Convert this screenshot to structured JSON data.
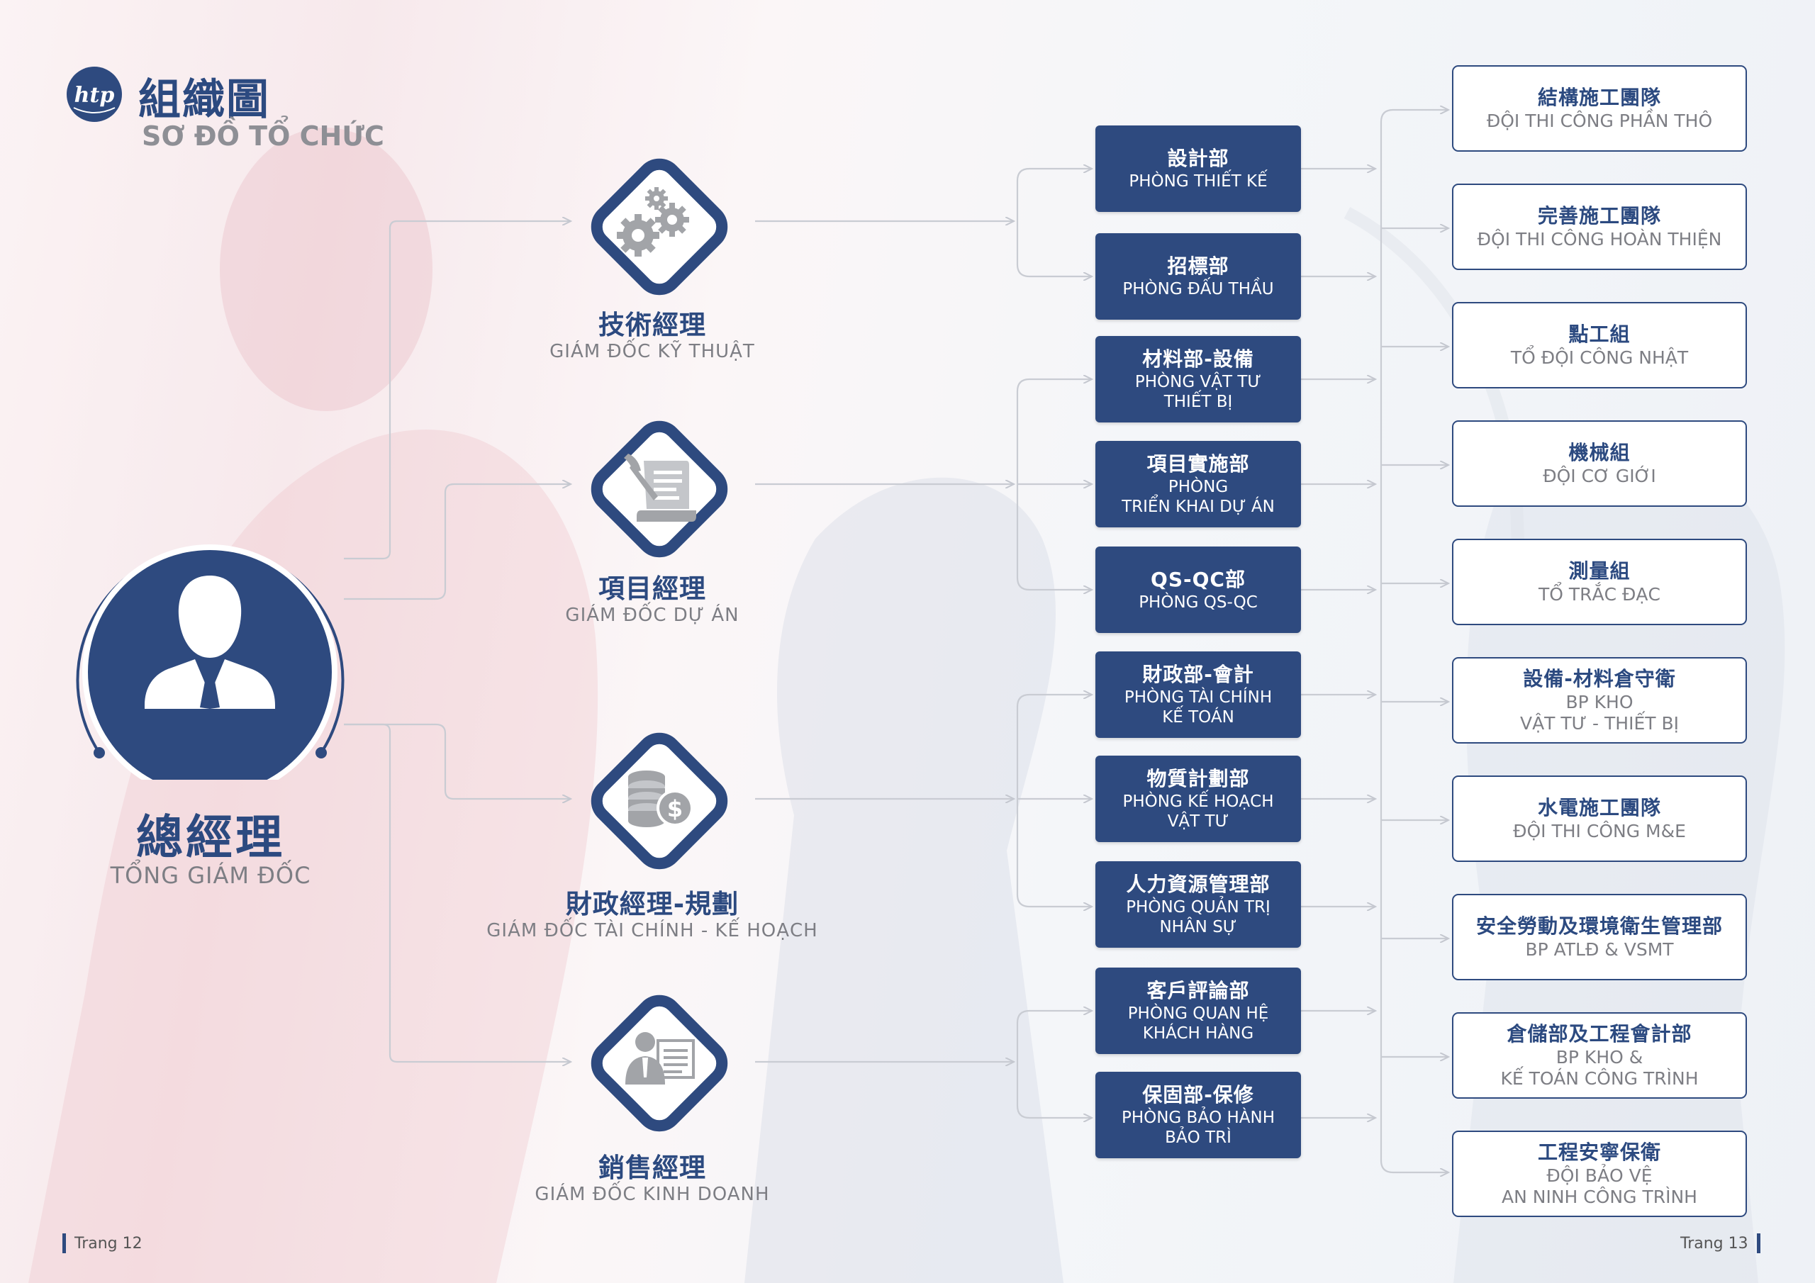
{
  "header": {
    "logo_text": "htp",
    "title_zh": "組織圖",
    "title_vn": "SƠ ĐỒ TỔ CHỨC"
  },
  "ceo": {
    "name_zh": "總經理",
    "name_vn": "TỔNG GIÁM ĐỐC",
    "icon": "person-icon"
  },
  "directors": [
    {
      "name_zh": "技術經理",
      "name_vn": "GIÁM ĐỐC KỸ THUẬT",
      "icon": "gears-icon"
    },
    {
      "name_zh": "項目經理",
      "name_vn": "GIÁM ĐỐC DỰ ÁN",
      "icon": "document-quill-icon"
    },
    {
      "name_zh": "財政經理-規劃",
      "name_vn": "GIÁM ĐỐC TÀI CHÍNH - KẾ HOẠCH",
      "icon": "coins-dollar-icon"
    },
    {
      "name_zh": "銷售經理",
      "name_vn": "GIÁM ĐỐC KINH DOANH",
      "icon": "businessman-card-icon"
    }
  ],
  "departments": [
    {
      "name_zh": "設計部",
      "line1": "PHÒNG THIẾT KẾ",
      "line2": ""
    },
    {
      "name_zh": "招標部",
      "line1": "PHÒNG ĐẤU THẦU",
      "line2": ""
    },
    {
      "name_zh": "材料部-設備",
      "line1": "PHÒNG VẬT TƯ",
      "line2": "THIẾT BỊ"
    },
    {
      "name_zh": "項目實施部",
      "line1": "PHÒNG",
      "line2": "TRIỂN KHAI DỰ ÁN"
    },
    {
      "name_zh": "QS-QC部",
      "line1": "PHÒNG QS-QC",
      "line2": ""
    },
    {
      "name_zh": "財政部-會計",
      "line1": "PHÒNG TÀI CHÍNH",
      "line2": "KẾ TOÁN"
    },
    {
      "name_zh": "物質計劃部",
      "line1": "PHÒNG KẾ HOẠCH",
      "line2": "VẬT TƯ"
    },
    {
      "name_zh": "人力資源管理部",
      "line1": "PHÒNG QUẢN TRỊ",
      "line2": "NHÂN SỰ"
    },
    {
      "name_zh": "客戶評論部",
      "line1": "PHÒNG QUAN HỆ",
      "line2": "KHÁCH HÀNG"
    },
    {
      "name_zh": "保固部-保修",
      "line1": "PHÒNG BẢO HÀNH",
      "line2": "BẢO TRÌ"
    }
  ],
  "teams": [
    {
      "name_zh": "結構施工團隊",
      "line1": "ĐỘI THI CÔNG PHẦN THÔ",
      "line2": ""
    },
    {
      "name_zh": "完善施工團隊",
      "line1": "ĐỘI THI CÔNG HOÀN THIỆN",
      "line2": ""
    },
    {
      "name_zh": "點工組",
      "line1": "TỔ ĐỘI CÔNG NHẬT",
      "line2": ""
    },
    {
      "name_zh": "機械組",
      "line1": "ĐỘI CƠ GIỚI",
      "line2": ""
    },
    {
      "name_zh": "測量組",
      "line1": "TỔ TRẮC ĐẠC",
      "line2": ""
    },
    {
      "name_zh": "設備-材料倉守衛",
      "line1": "BP KHO",
      "line2": "VẬT TƯ - THIẾT BỊ"
    },
    {
      "name_zh": "水電施工團隊",
      "line1": "ĐỘI THI CÔNG M&E",
      "line2": ""
    },
    {
      "name_zh": "安全勞動及環境衛生管理部",
      "line1": "BP ATLĐ & VSMT",
      "line2": ""
    },
    {
      "name_zh": "倉儲部及工程會計部",
      "line1": "BP KHO &",
      "line2": "KẾ TOÁN CÔNG TRÌNH"
    },
    {
      "name_zh": "工程安寧保衛",
      "line1": "ĐỘI BẢO VỆ",
      "line2": "AN NINH CÔNG TRÌNH"
    }
  ],
  "footer": {
    "left_page": "Trang 12",
    "right_page": "Trang 13"
  },
  "colors": {
    "navy": "#2e4a7f",
    "title_navy": "#2c4a80",
    "gray_text": "#7d7e84",
    "connector": "#c9ccd3",
    "icon_gray": "#a2a4a8"
  }
}
